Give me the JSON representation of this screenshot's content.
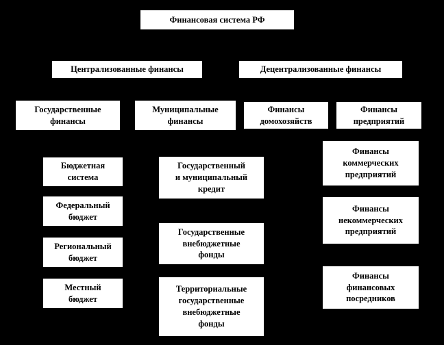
{
  "diagram": {
    "title": "Финансовая система РФ",
    "nodes": {
      "root": "Финансовая система РФ",
      "centralized": "Централизованные финансы",
      "decentralized": "Децентрализованные финансы",
      "state_finance": "Государственные\nфинансы",
      "municipal_finance": "Муниципальные\nфинансы",
      "household_finance": "Финансы\nдомохозяйств",
      "enterprise_finance": "Финансы\nпредприятий",
      "budget_system": "Бюджетная\nсистема",
      "federal_budget": "Федеральный\nбюджет",
      "regional_budget": "Региональный\nбюджет",
      "local_budget": "Местный\nбюджет",
      "state_municipal_credit": "Государственный\nи муниципальный\nкредит",
      "state_extrabudgetary_funds": "Государственные\nвнебюджетные\nфонды",
      "territorial_extrabudgetary_funds": "Территориальные\nгосударственные\nвнебюджетные\nфонды",
      "commercial_enterprises": "Финансы\nкоммерческих\nпредприятий",
      "noncommercial_enterprises": "Финансы\nнекоммерческих\nпредприятий",
      "financial_intermediaries": "Финансы\nфинансовых\nпосредников"
    },
    "colors": {
      "background": "#000000",
      "box_fill": "#ffffff",
      "box_text": "#000000"
    }
  }
}
